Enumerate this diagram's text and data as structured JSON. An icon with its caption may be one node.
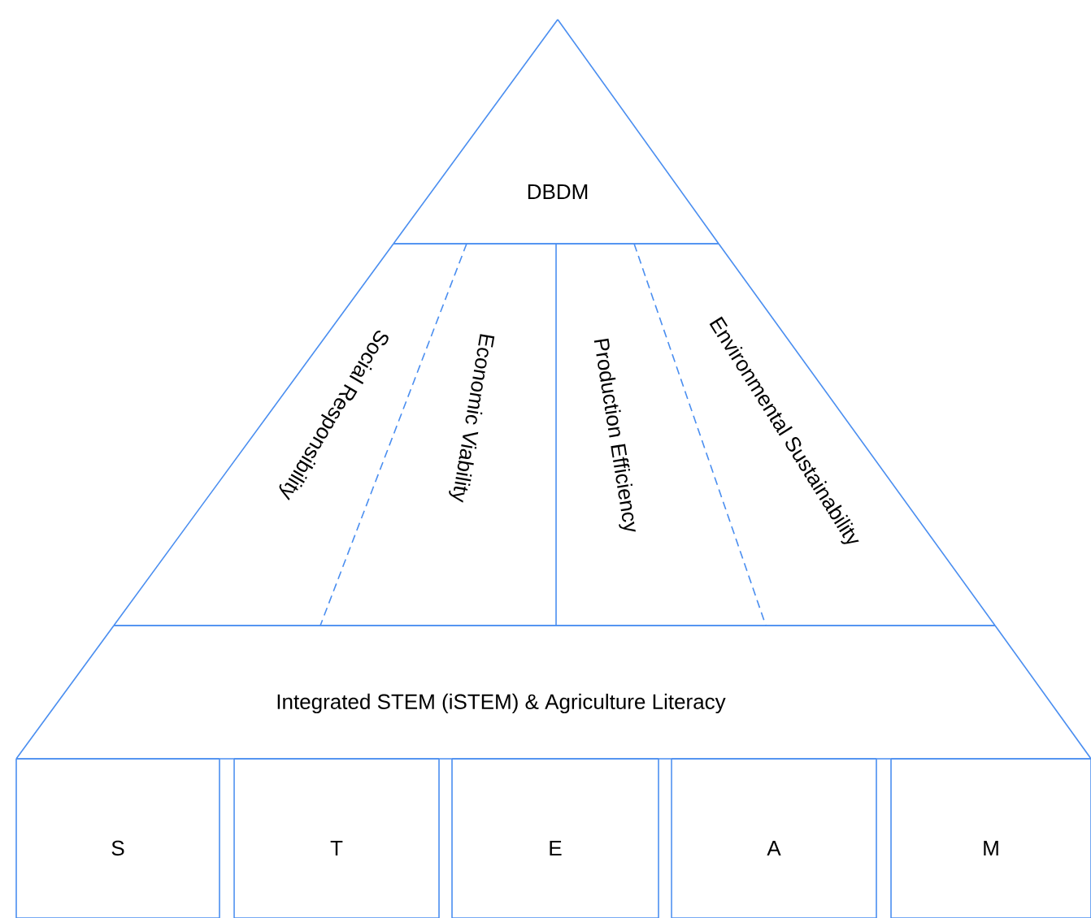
{
  "diagram": {
    "nodes": [
      {
        "text": [
          "DBDM"
        ]
      },
      {
        "text": [
          "Social Responsibility"
        ]
      },
      {
        "text": [
          "Economic Viability"
        ]
      },
      {
        "text": [
          "Production Efficiency"
        ]
      },
      {
        "text": [
          "Environmental Sustainability"
        ]
      },
      {
        "text": [
          "Integrated STEM (iSTEM) & Agriculture Literacy"
        ]
      },
      {
        "text": [
          "S"
        ]
      },
      {
        "text": [
          "T"
        ]
      },
      {
        "text": [
          "E"
        ]
      },
      {
        "text": [
          "A"
        ]
      },
      {
        "text": [
          "M"
        ]
      }
    ]
  }
}
